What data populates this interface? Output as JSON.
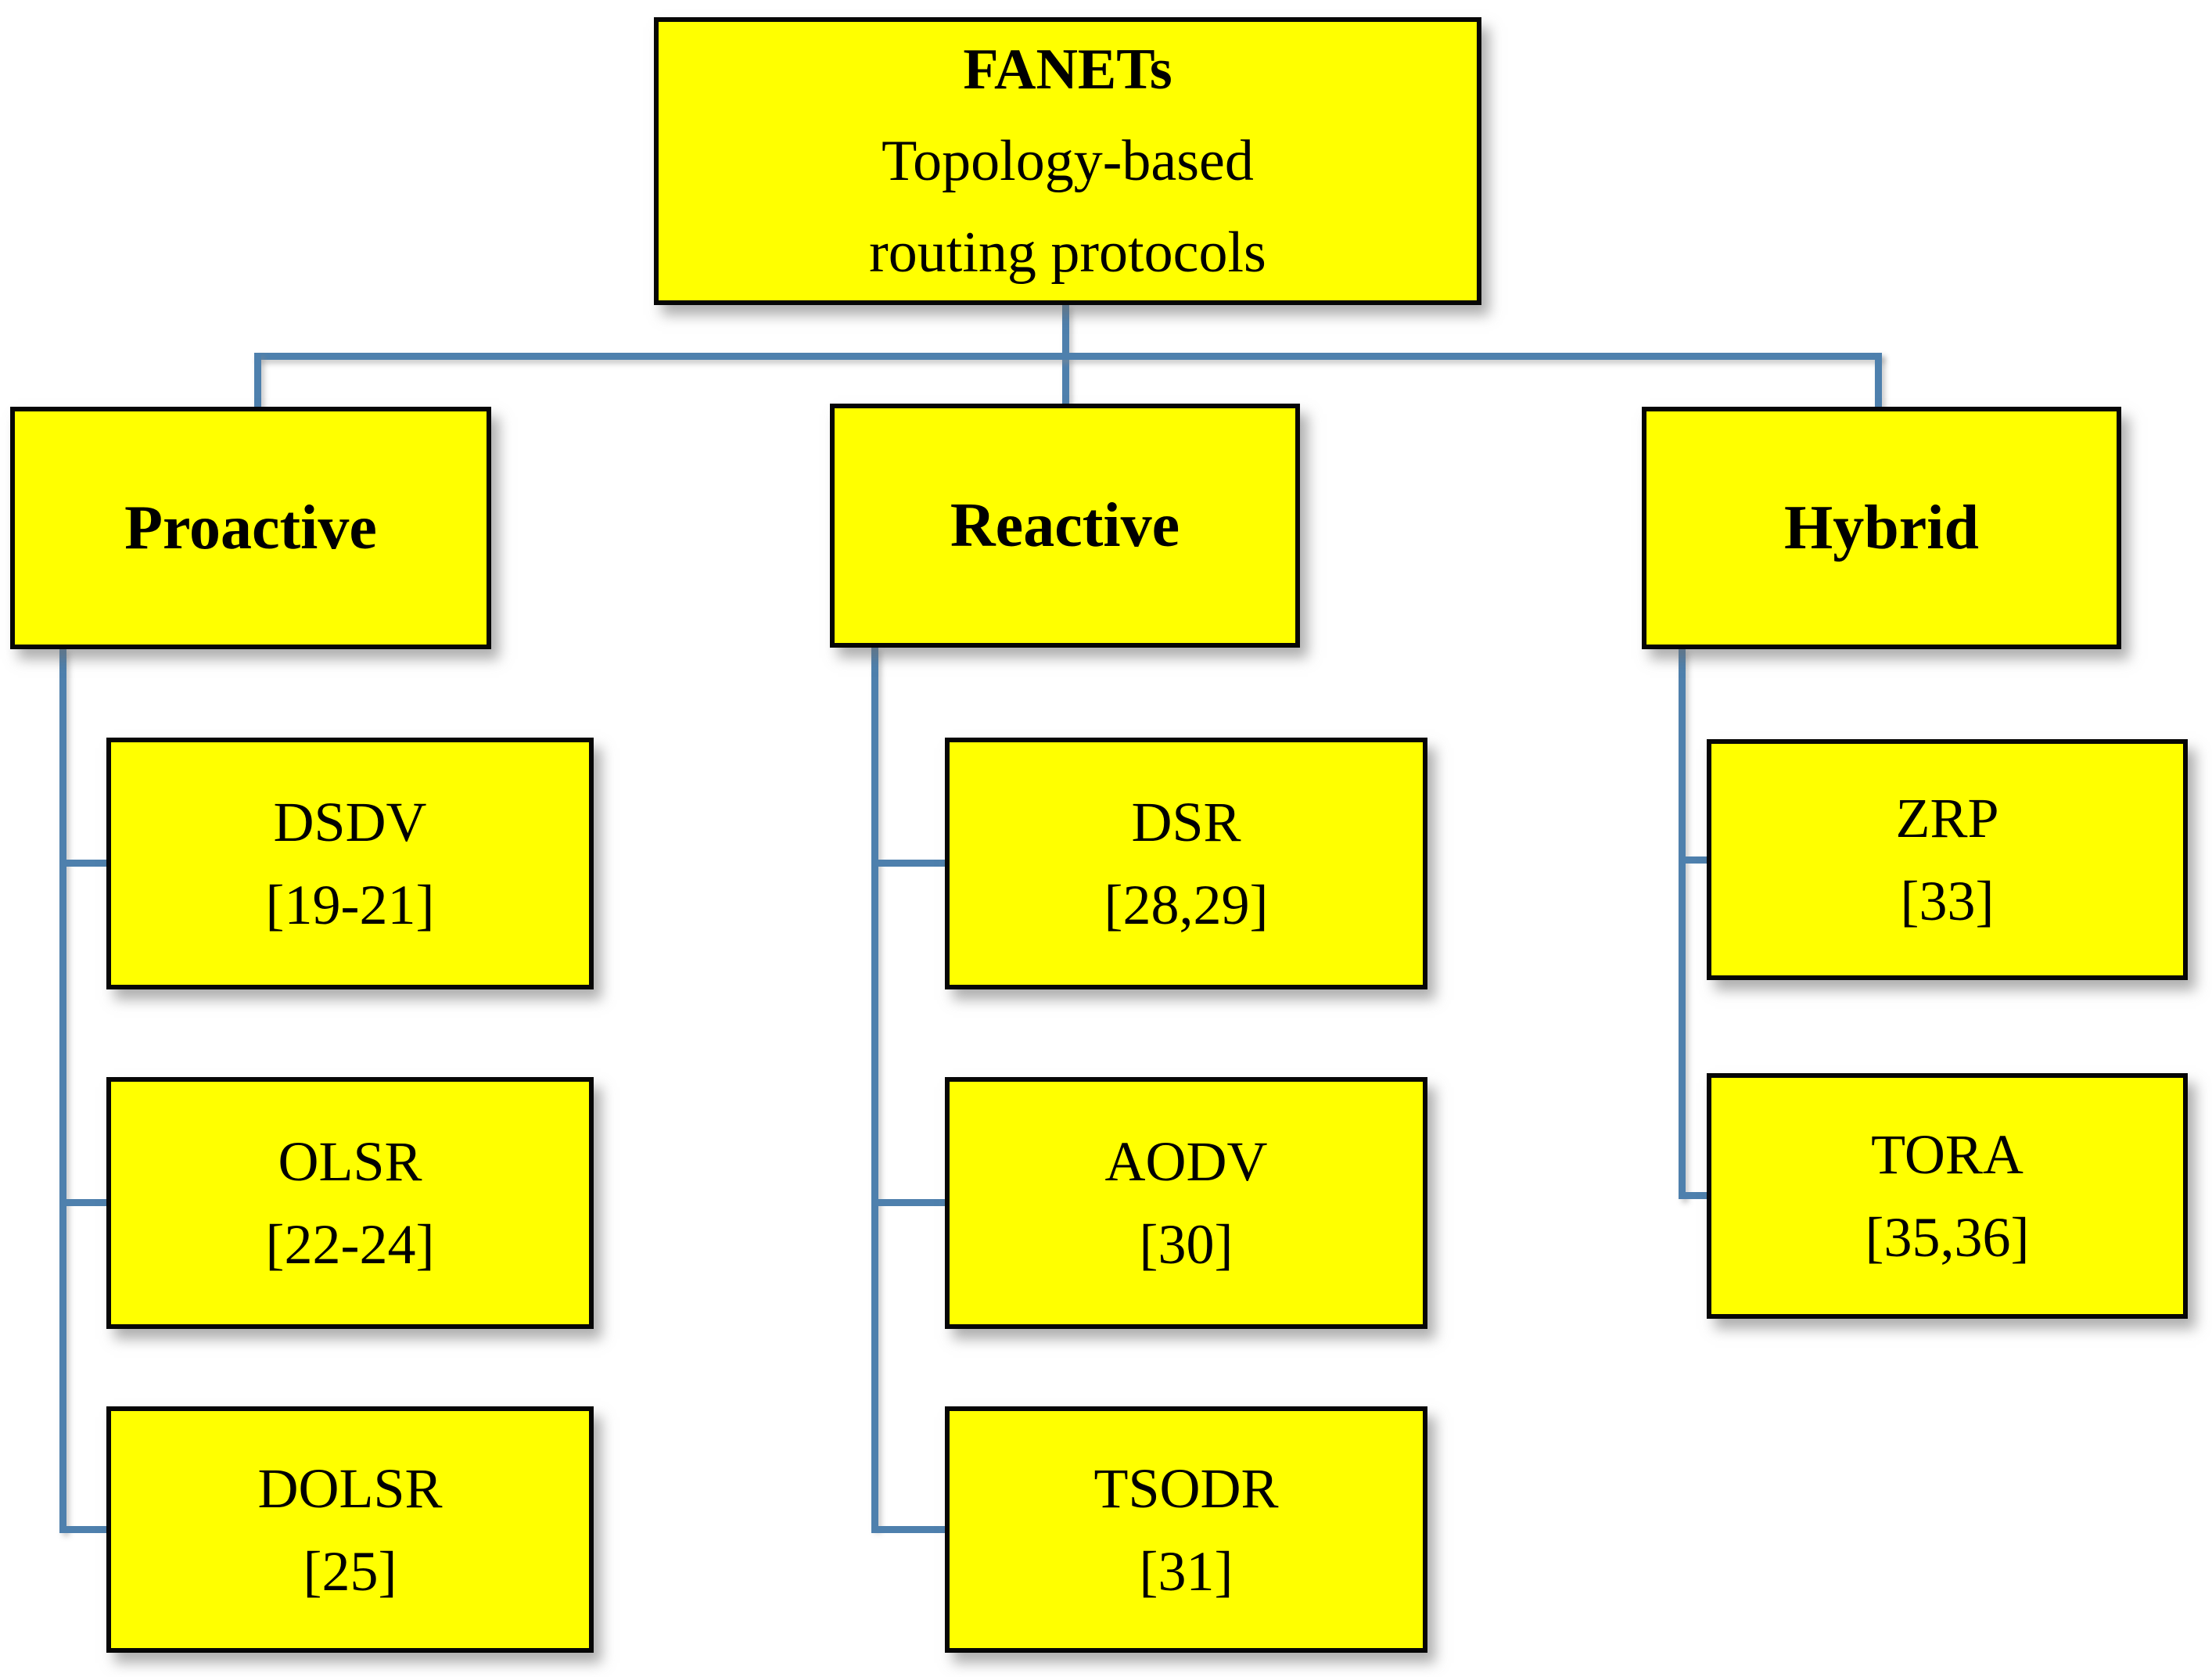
{
  "figure": {
    "root": {
      "line1": "FANETs",
      "line2": "Topology-based",
      "line3": "routing protocols"
    },
    "categories": [
      {
        "label": "Proactive",
        "children": [
          {
            "name": "DSDV",
            "ref": "[19-21]"
          },
          {
            "name": "OLSR",
            "ref": "[22-24]"
          },
          {
            "name": "DOLSR",
            "ref": "[25]"
          }
        ]
      },
      {
        "label": "Reactive",
        "children": [
          {
            "name": "DSR",
            "ref": "[28,29]"
          },
          {
            "name": "AODV",
            "ref": "[30]"
          },
          {
            "name": "TSODR",
            "ref": "[31]"
          }
        ]
      },
      {
        "label": "Hybrid",
        "children": [
          {
            "name": "ZRP",
            "ref": "[33]"
          },
          {
            "name": "TORA",
            "ref": "[35,36]"
          }
        ]
      }
    ],
    "colors": {
      "node_fill": "#FFFF00",
      "node_border": "#060606",
      "connector": "#4E80AD",
      "text": "#000000",
      "background": "#FFFFFF"
    }
  }
}
